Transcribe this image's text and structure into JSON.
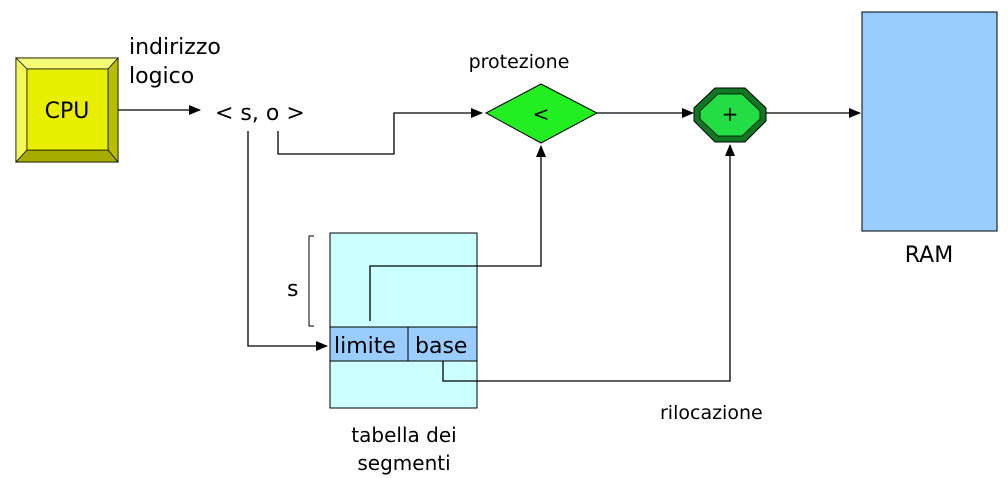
{
  "cpu": {
    "label": "CPU"
  },
  "address": {
    "label_line1": "indirizzo",
    "label_line2": "logico",
    "tuple": "< s, o >"
  },
  "protection": {
    "label": "protezione",
    "operator": "<"
  },
  "relocation": {
    "label": "rilocazione",
    "operator": "+"
  },
  "segment_table": {
    "index_label": "s",
    "limit_label": "limite",
    "base_label": "base",
    "caption_line1": "tabella dei",
    "caption_line2": "segmenti"
  },
  "ram": {
    "label": "RAM"
  },
  "colors": {
    "cpu_face": "#e8f000",
    "cpu_bevel_light": "#f6fb77",
    "cpu_bevel_dark": "#a7ad00",
    "comparator": "#22ee22",
    "adder": "#22dd44",
    "adder_dark": "#117722",
    "table_fill": "#ccffff",
    "table_row": "#99ccff",
    "ram_fill": "#99ccff"
  }
}
